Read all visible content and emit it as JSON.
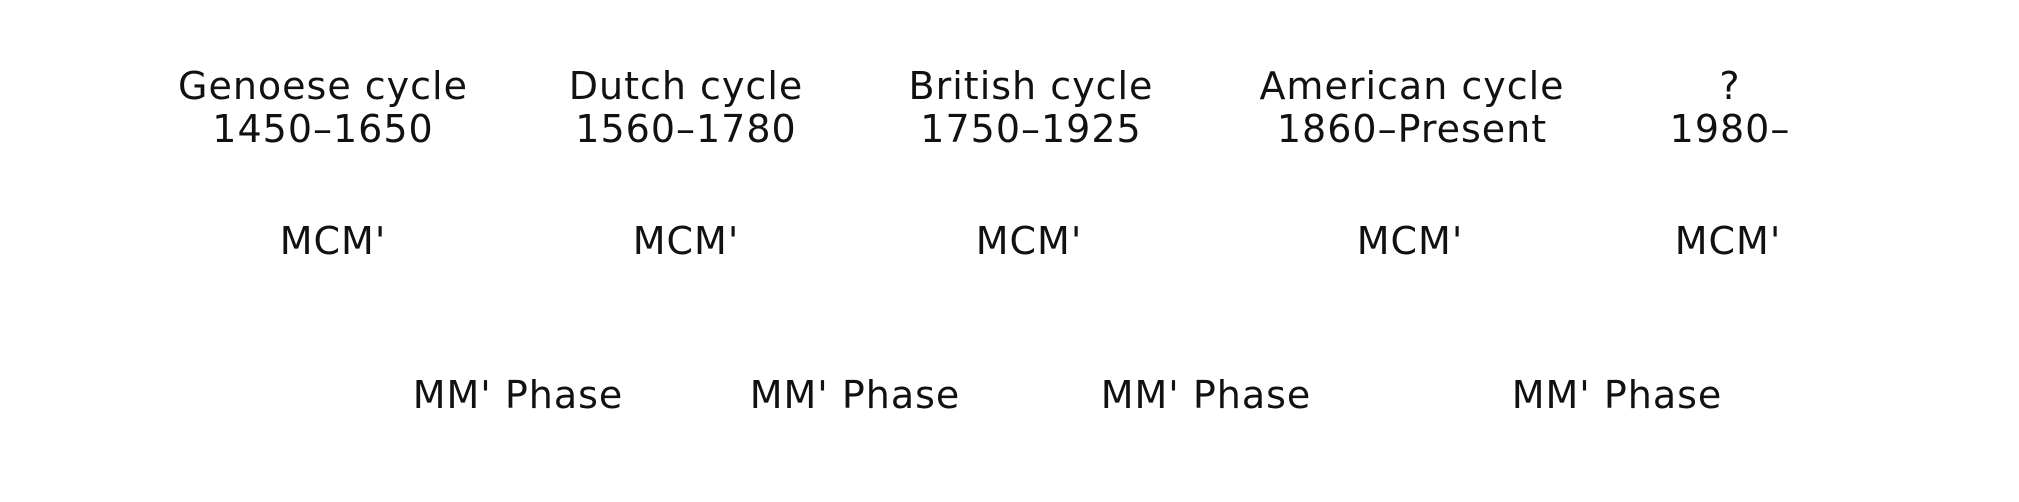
{
  "cycles": [
    {
      "name": "Genoese cycle",
      "period": "1450–1650",
      "marker": "MCM'"
    },
    {
      "name": "Dutch cycle",
      "period": "1560–1780",
      "marker": "MCM'"
    },
    {
      "name": "British cycle",
      "period": "1750–1925",
      "marker": "MCM'"
    },
    {
      "name": "American cycle",
      "period": "1860–Present",
      "marker": "MCM'"
    },
    {
      "name": "?",
      "period": "1980–",
      "marker": "MCM'"
    }
  ],
  "phases": [
    {
      "label": "MM' Phase"
    },
    {
      "label": "MM' Phase"
    },
    {
      "label": "MM' Phase"
    },
    {
      "label": "MM' Phase"
    }
  ]
}
